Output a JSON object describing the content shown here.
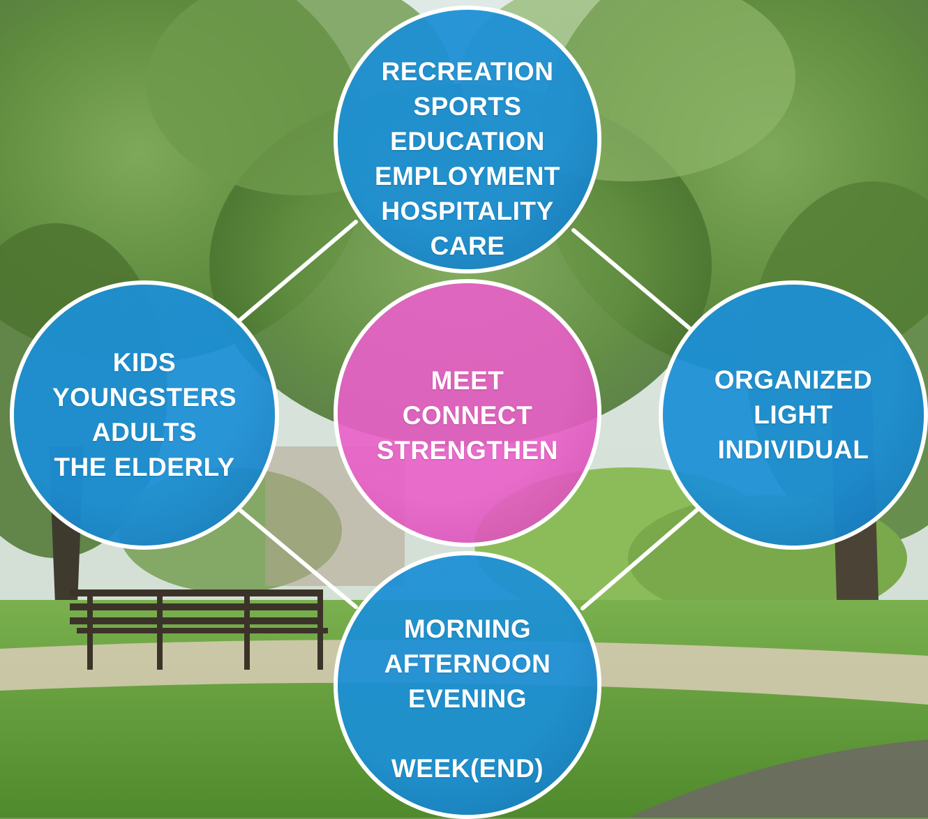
{
  "colors": {
    "blue": "#1b8fd6",
    "blue_dark": "#1275bb",
    "pink": "#ea5fc9",
    "pink_dark": "#cf46ae",
    "connector": "#ffffff"
  },
  "background": {
    "description_icon": "park-photo"
  },
  "circles": {
    "top": {
      "items": [
        "RECREATION",
        "SPORTS",
        "EDUCATION",
        "EMPLOYMENT",
        "HOSPITALITY",
        "CARE"
      ]
    },
    "left": {
      "items": [
        "KIDS",
        "YOUNGSTERS",
        "ADULTS",
        "THE ELDERLY"
      ]
    },
    "center": {
      "items": [
        "MEET",
        "CONNECT",
        "STRENGTHEN"
      ]
    },
    "right": {
      "items": [
        "ORGANIZED",
        "LIGHT",
        "INDIVIDUAL"
      ]
    },
    "bottom": {
      "items": [
        "MORNING",
        "AFTERNOON",
        "EVENING",
        "",
        "WEEK(END)"
      ]
    }
  }
}
